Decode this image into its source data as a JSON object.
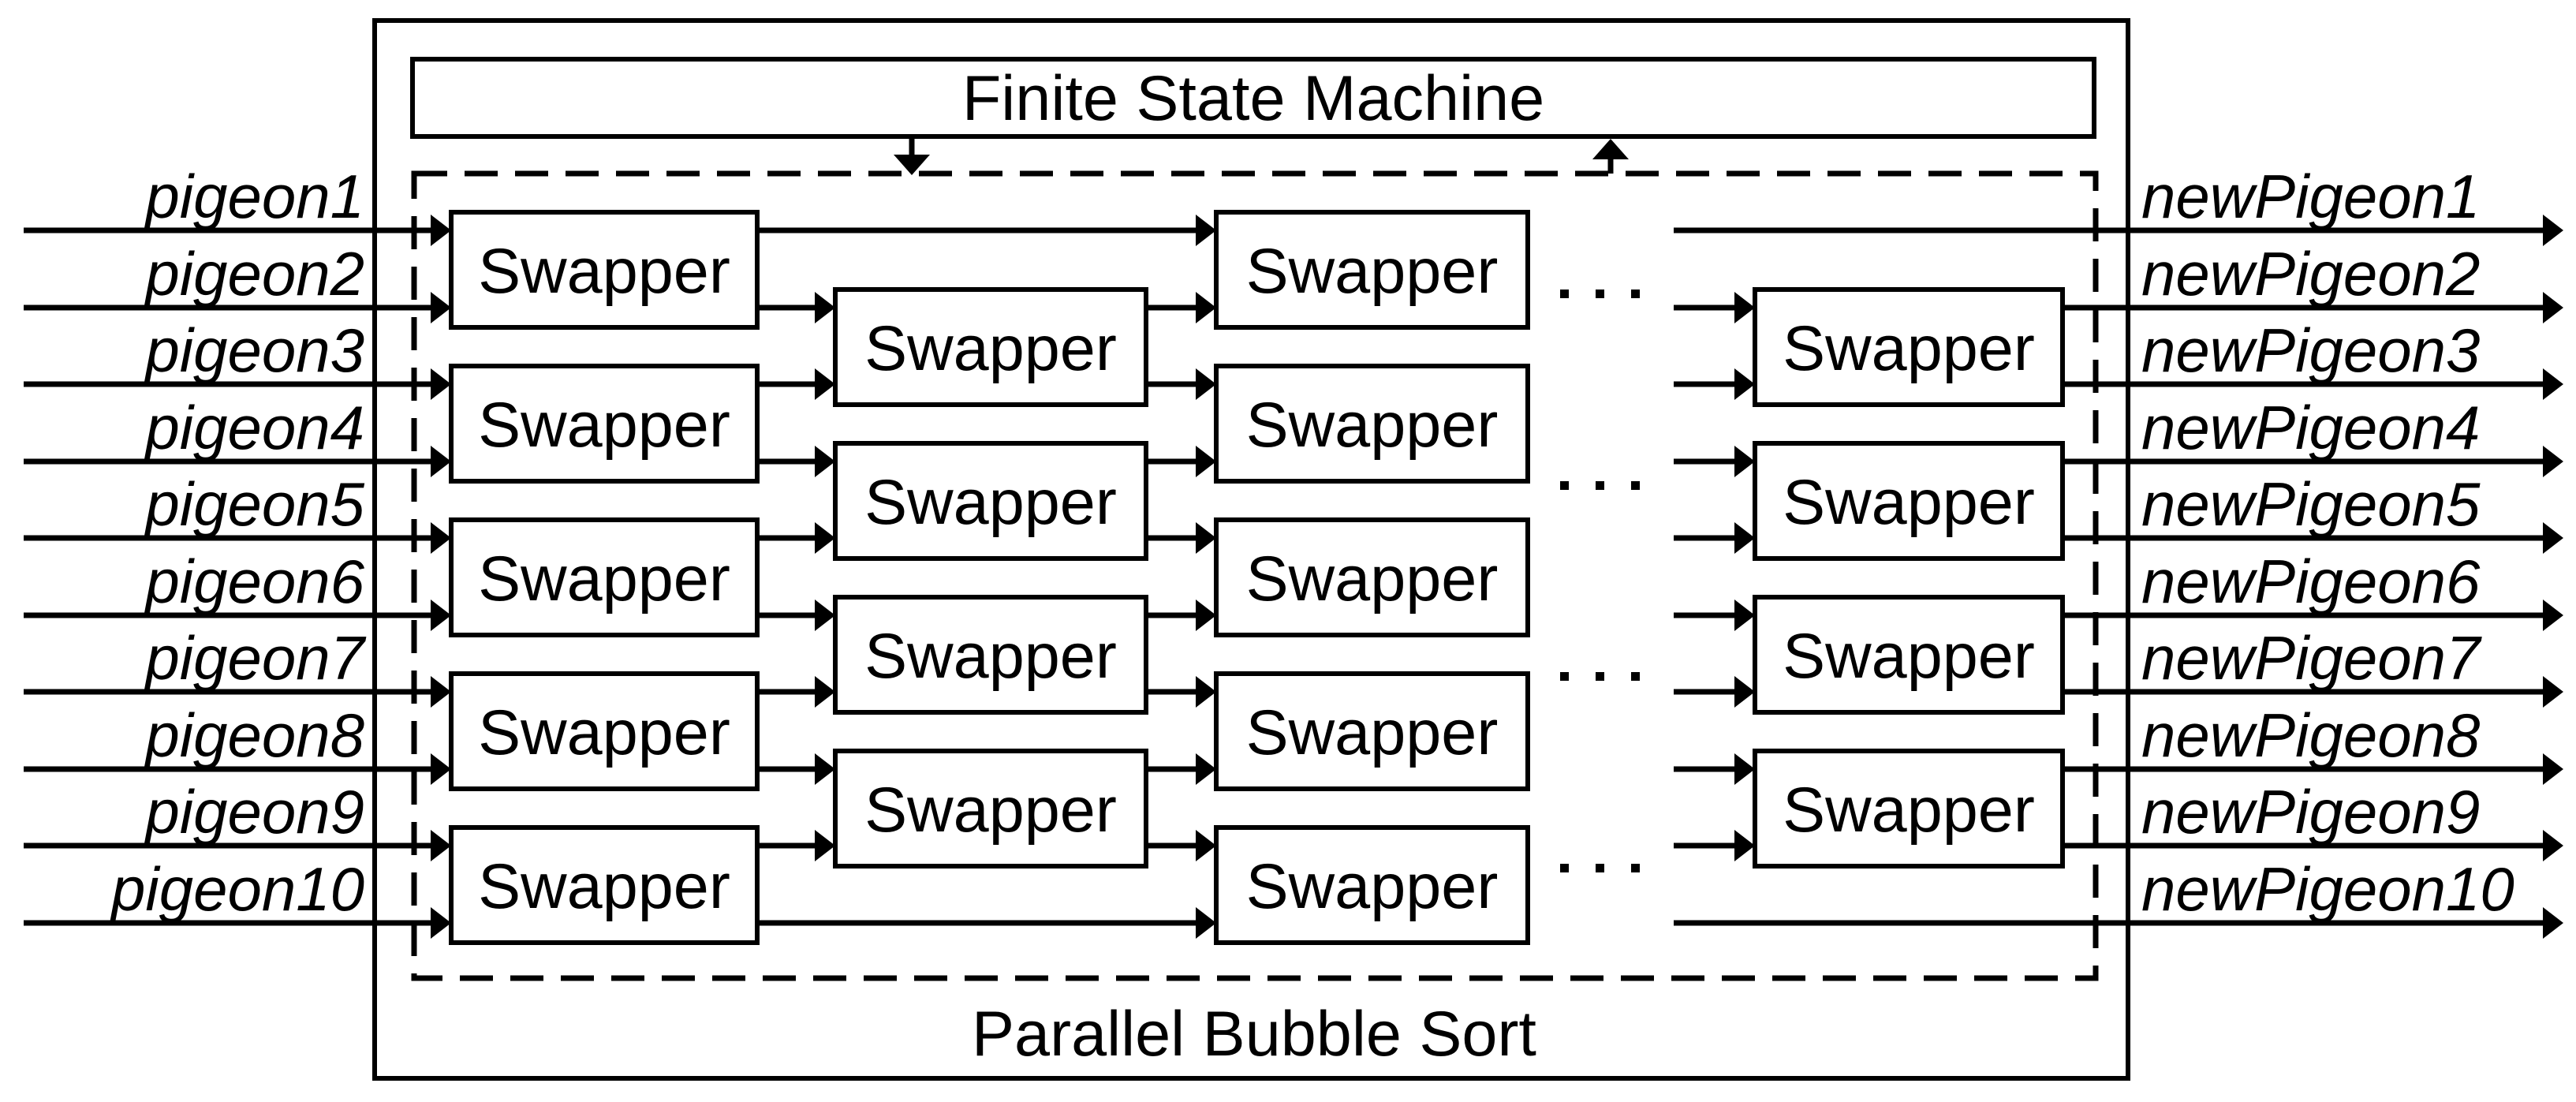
{
  "diagram": {
    "background": "#ffffff",
    "line_color": "#000000",
    "title_top": "Finite State Machine",
    "title_bottom": "Parallel Bubble Sort",
    "swapper_label": "Swapper",
    "ellipsis_symbol": ". . .",
    "ellipsis_groups": 4,
    "inputs": [
      "pigeon1",
      "pigeon2",
      "pigeon3",
      "pigeon4",
      "pigeon5",
      "pigeon6",
      "pigeon7",
      "pigeon8",
      "pigeon9",
      "pigeon10"
    ],
    "outputs": [
      "newPigeon1",
      "newPigeon2",
      "newPigeon3",
      "newPigeon4",
      "newPigeon5",
      "newPigeon6",
      "newPigeon7",
      "newPigeon8",
      "newPigeon9",
      "newPigeon10"
    ],
    "columns": [
      {
        "name": "stage-1",
        "row_pairs": [
          [
            1,
            2
          ],
          [
            3,
            4
          ],
          [
            5,
            6
          ],
          [
            7,
            8
          ],
          [
            9,
            10
          ]
        ]
      },
      {
        "name": "stage-2",
        "row_pairs": [
          [
            2,
            3
          ],
          [
            4,
            5
          ],
          [
            6,
            7
          ],
          [
            8,
            9
          ]
        ]
      },
      {
        "name": "stage-3",
        "row_pairs": [
          [
            1,
            2
          ],
          [
            3,
            4
          ],
          [
            5,
            6
          ],
          [
            7,
            8
          ],
          [
            9,
            10
          ]
        ]
      },
      {
        "name": "stage-last",
        "row_pairs": [
          [
            2,
            3
          ],
          [
            4,
            5
          ],
          [
            6,
            7
          ],
          [
            8,
            9
          ]
        ]
      }
    ]
  }
}
